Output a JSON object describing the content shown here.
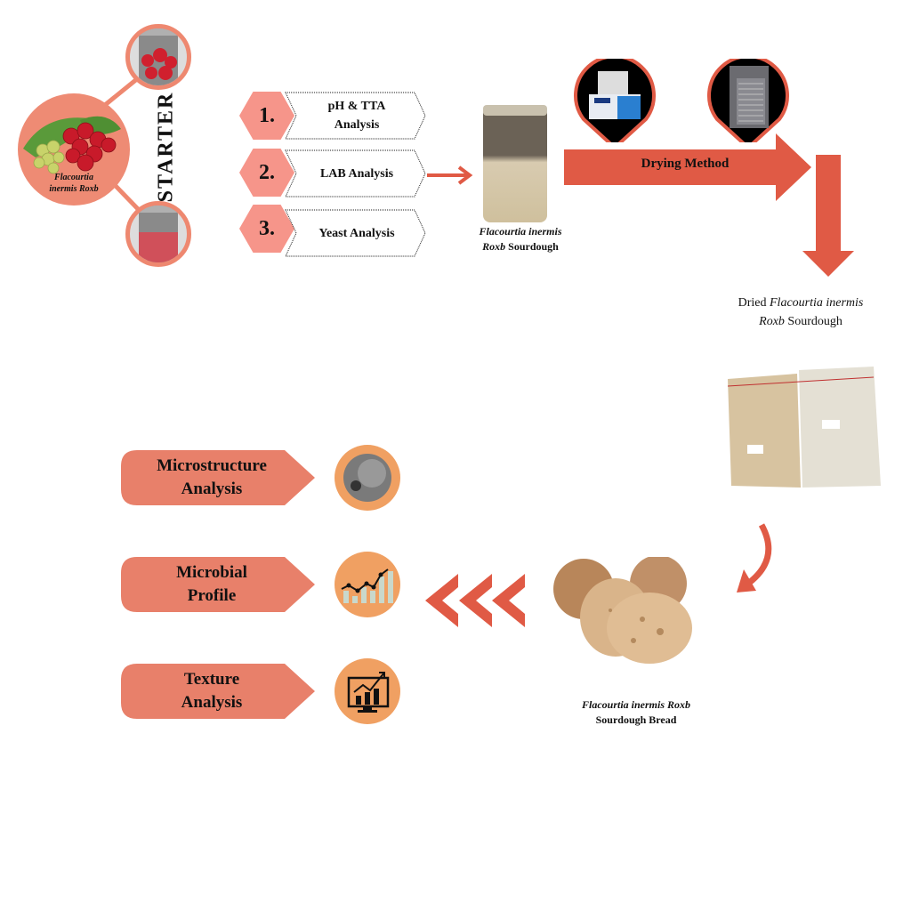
{
  "colors": {
    "accent_red": "#e05a45",
    "salmon": "#ee8b74",
    "hex_pink": "#f6958a",
    "tag_salmon": "#e8806a",
    "icon_orange": "#f0a062"
  },
  "starter": {
    "fruit_label_line1": "Flacourtia",
    "fruit_label_line2": "inermis Roxb",
    "title": "STARTER",
    "images": [
      "fruit-with-leaves",
      "jar-whole-fruits",
      "jar-fermented-liquid"
    ]
  },
  "analyses": [
    {
      "number": "1.",
      "label_line1": "pH & TTA",
      "label_line2": "Analysis"
    },
    {
      "number": "2.",
      "label_line1": "LAB Analysis",
      "label_line2": ""
    },
    {
      "number": "3.",
      "label_line1": "Yeast Analysis",
      "label_line2": ""
    }
  ],
  "sourdough": {
    "caption_italic": "Flacourtia inermis",
    "caption_line2_italic": "Roxb",
    "caption_line2_rest": " Sourdough"
  },
  "drying": {
    "label": "Drying Method",
    "equipment": [
      "freeze-dryer",
      "oven-dryer"
    ]
  },
  "dried": {
    "prefix": "Dried ",
    "italic": "Flacourtia inermis",
    "line2_italic": "Roxb",
    "line2_rest": " Sourdough"
  },
  "bread": {
    "caption_italic": "Flacourtia inermis Roxb",
    "caption_line2": "Sourdough Bread"
  },
  "outputs": [
    {
      "line1": "Microstructure",
      "line2": "Analysis",
      "icon": "microscope-image-icon"
    },
    {
      "line1": "Microbial",
      "line2": "Profile",
      "icon": "growth-chart-icon"
    },
    {
      "line1": "Texture",
      "line2": "Analysis",
      "icon": "monitor-chart-icon"
    }
  ]
}
